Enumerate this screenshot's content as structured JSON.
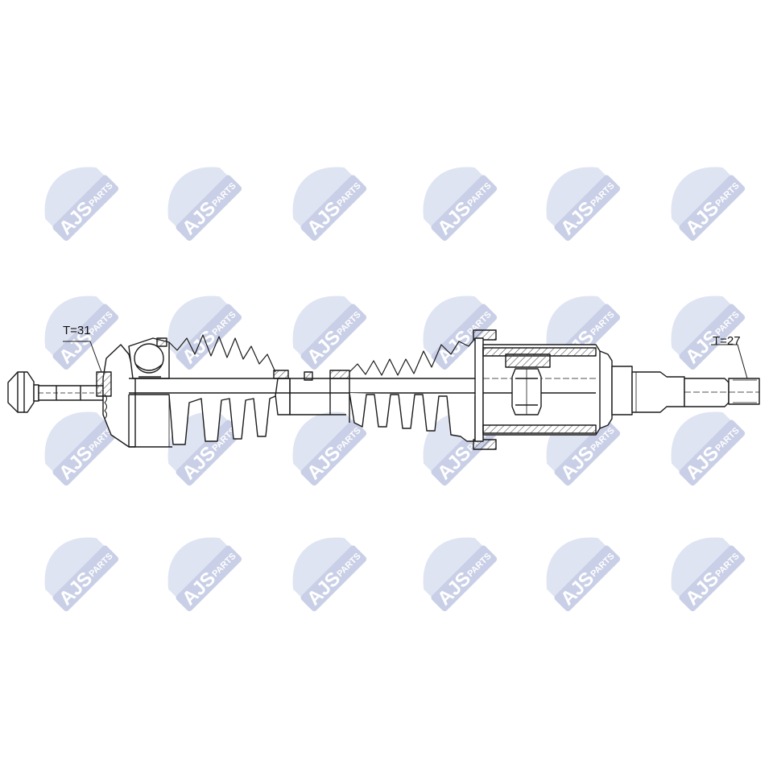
{
  "watermark": {
    "brand": "AJS",
    "word": "PARTS",
    "color": "#c9cfe6",
    "color_light": "#dfe4f2"
  },
  "labels": {
    "left_spline": "T=31",
    "right_spline": "T=27"
  },
  "colors": {
    "line": "#1a1a1a",
    "hatch": "#555555"
  },
  "icons": [
    "ajs-parts-logo-watermark",
    "drive-shaft-drawing"
  ]
}
